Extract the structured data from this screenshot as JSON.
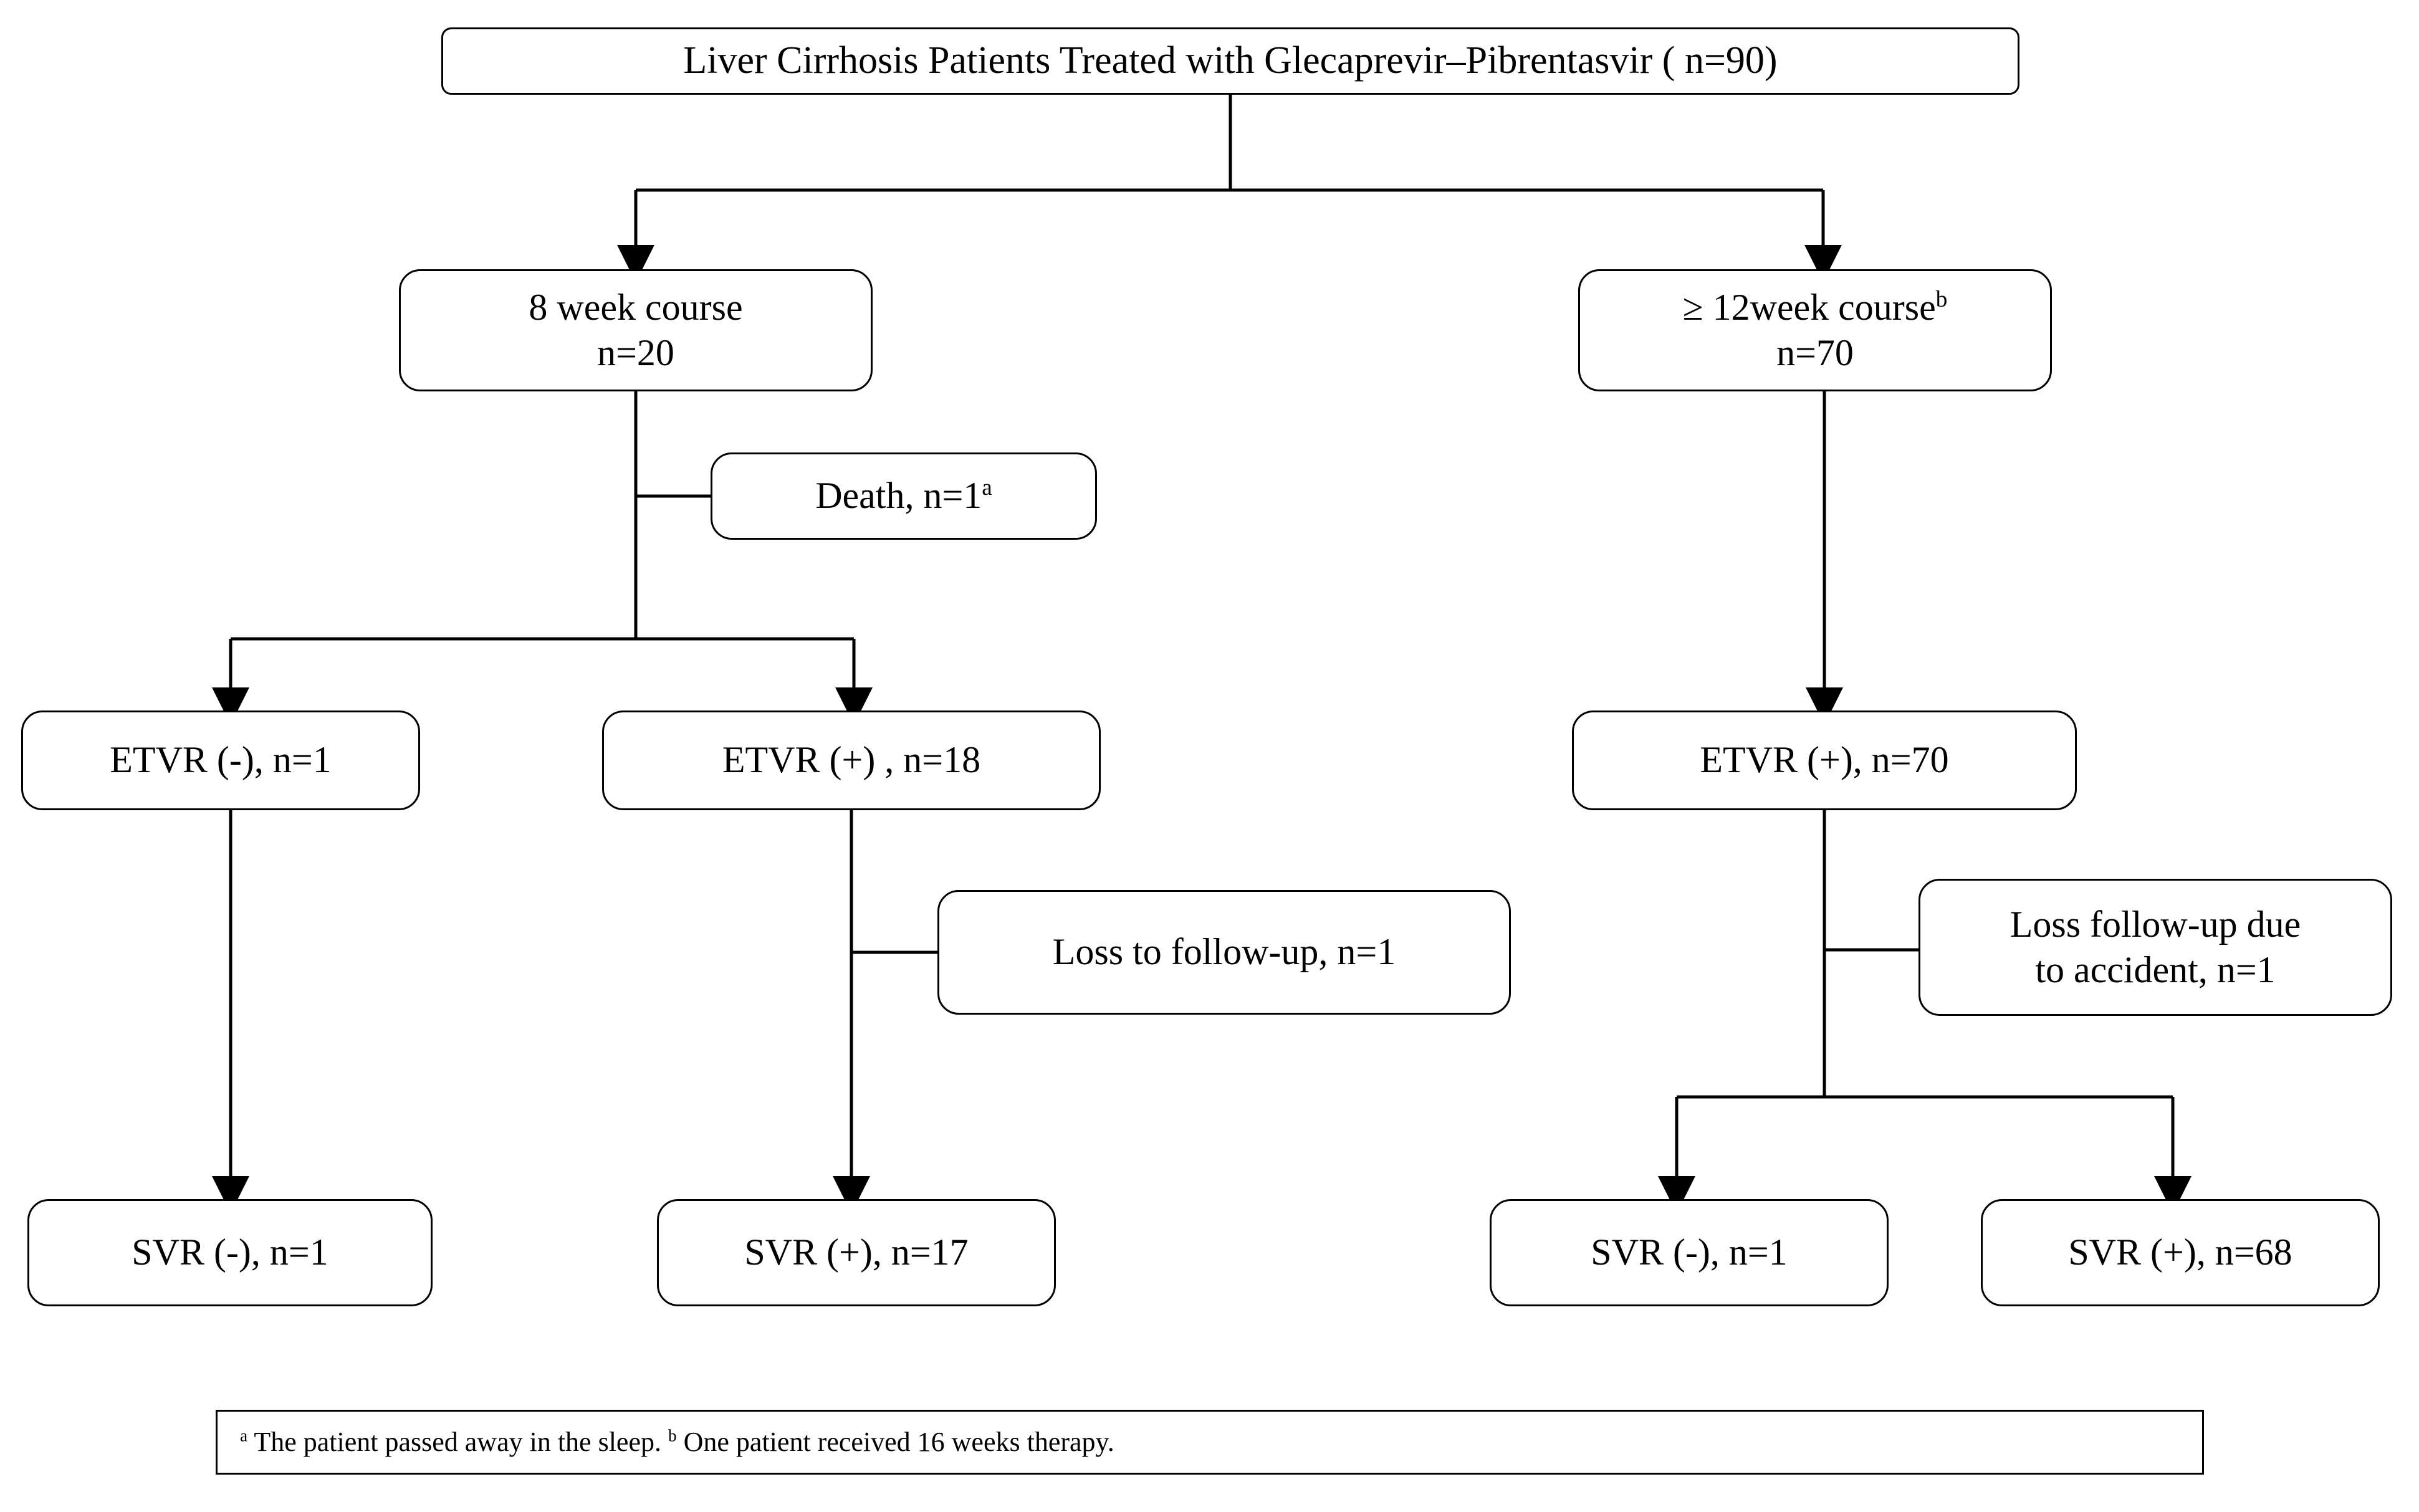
{
  "diagram": {
    "title_box": {
      "text": "Liver Cirrhosis Patients Treated with Glecaprevir–Pibrentasvir ( n=90)"
    },
    "course_left": {
      "line1": "8 week course",
      "line2": "n=20"
    },
    "course_right": {
      "line1_prefix": "≥ 12week course",
      "line1_sup": "b",
      "line2": "n=70"
    },
    "death": {
      "text_prefix": "Death, n=1",
      "sup": "a"
    },
    "etvr_neg_left": {
      "text": "ETVR (-), n=1"
    },
    "etvr_pos_mid": {
      "text": "ETVR (+) , n=18"
    },
    "etvr_pos_right": {
      "text": "ETVR (+), n=70"
    },
    "loss_mid": {
      "text": "Loss to follow-up, n=1"
    },
    "loss_right": {
      "line1": "Loss follow-up due",
      "line2": "to accident, n=1"
    },
    "svr_neg_left": {
      "text": "SVR (-), n=1"
    },
    "svr_pos_mid": {
      "text": "SVR (+), n=17"
    },
    "svr_neg_right": {
      "text": "SVR (-), n=1"
    },
    "svr_pos_right": {
      "text": "SVR (+), n=68"
    },
    "footnote": {
      "sup_a": "a",
      "text_a": " The patient passed away in the sleep. ",
      "sup_b": "b",
      "text_b": " One patient received 16 weeks therapy."
    },
    "colors": {
      "stroke": "#000000",
      "background": "#ffffff",
      "text": "#000000"
    }
  },
  "chart_data": {
    "type": "flowchart",
    "title": "Liver Cirrhosis Patients Treated with Glecaprevir–Pibrentasvir ( n=90)",
    "total_n": 90,
    "nodes": [
      {
        "id": "root",
        "label": "Liver Cirrhosis Patients Treated with Glecaprevir–Pibrentasvir ( n=90)",
        "n": 90
      },
      {
        "id": "course8",
        "label": "8 week course n=20",
        "n": 20
      },
      {
        "id": "course12",
        "label": "≥ 12week course n=70",
        "n": 70,
        "footnote": "b"
      },
      {
        "id": "death",
        "label": "Death, n=1",
        "n": 1,
        "footnote": "a"
      },
      {
        "id": "etvr_neg_8wk",
        "label": "ETVR (-), n=1",
        "n": 1
      },
      {
        "id": "etvr_pos_8wk",
        "label": "ETVR (+) , n=18",
        "n": 18
      },
      {
        "id": "etvr_pos_12wk",
        "label": "ETVR (+), n=70",
        "n": 70
      },
      {
        "id": "loss_8wk",
        "label": "Loss to follow-up, n=1",
        "n": 1
      },
      {
        "id": "loss_12wk",
        "label": "Loss follow-up due to accident, n=1",
        "n": 1
      },
      {
        "id": "svr_neg_8wk",
        "label": "SVR (-), n=1",
        "n": 1
      },
      {
        "id": "svr_pos_8wk",
        "label": "SVR (+), n=17",
        "n": 17
      },
      {
        "id": "svr_neg_12wk",
        "label": "SVR (-), n=1",
        "n": 1
      },
      {
        "id": "svr_pos_12wk",
        "label": "SVR (+), n=68",
        "n": 68
      }
    ],
    "edges": [
      {
        "from": "root",
        "to": "course8"
      },
      {
        "from": "root",
        "to": "course12"
      },
      {
        "from": "course8",
        "to": "death"
      },
      {
        "from": "course8",
        "to": "etvr_neg_8wk"
      },
      {
        "from": "course8",
        "to": "etvr_pos_8wk"
      },
      {
        "from": "course12",
        "to": "etvr_pos_12wk"
      },
      {
        "from": "etvr_neg_8wk",
        "to": "svr_neg_8wk"
      },
      {
        "from": "etvr_pos_8wk",
        "to": "loss_8wk"
      },
      {
        "from": "etvr_pos_8wk",
        "to": "svr_pos_8wk"
      },
      {
        "from": "etvr_pos_12wk",
        "to": "loss_12wk"
      },
      {
        "from": "etvr_pos_12wk",
        "to": "svr_neg_12wk"
      },
      {
        "from": "etvr_pos_12wk",
        "to": "svr_pos_12wk"
      }
    ],
    "footnotes": [
      {
        "marker": "a",
        "text": "The patient passed away in the sleep."
      },
      {
        "marker": "b",
        "text": "One patient received 16 weeks therapy."
      }
    ]
  }
}
